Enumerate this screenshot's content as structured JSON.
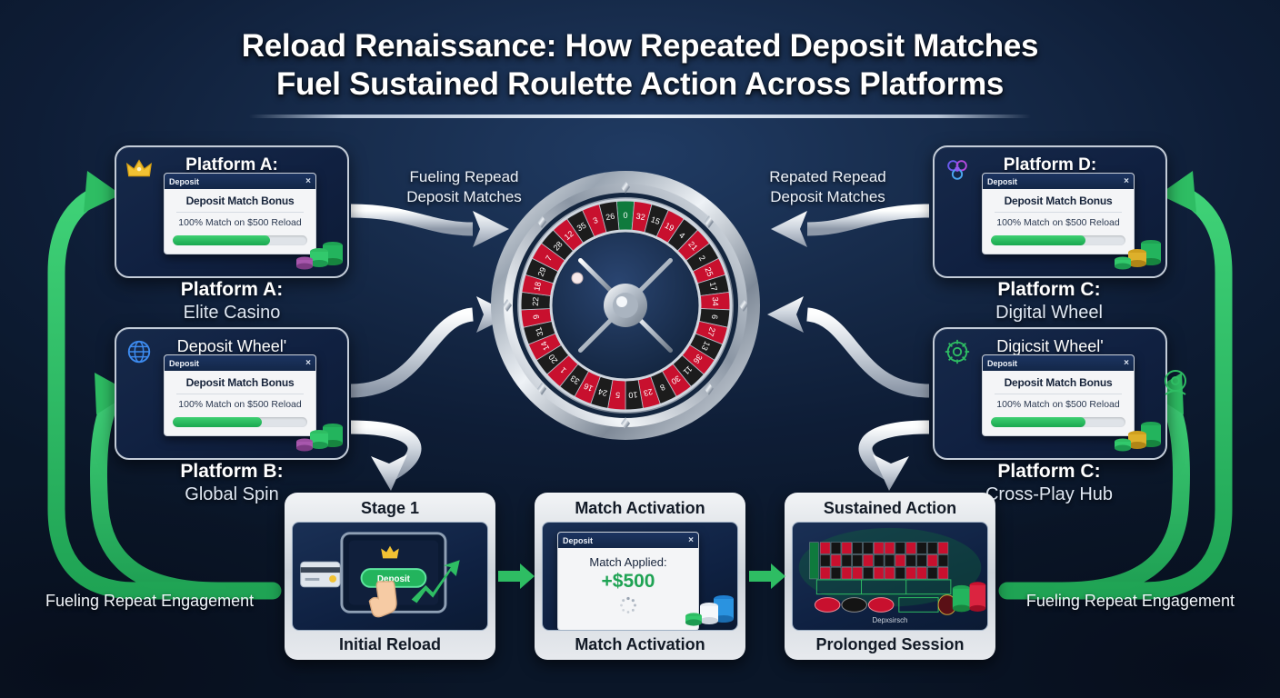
{
  "title": {
    "line1": "Reload Renaissance: How Repeated Deposit Matches",
    "line2": "Fuel Sustained Roulette Action Across Platforms"
  },
  "platform_cards": [
    {
      "id": "platform-a",
      "header": "Platform A:",
      "badge_icon": "crown-icon",
      "dialog": {
        "titlebar": "Deposit",
        "close": "×",
        "heading": "Deposit Match Bonus",
        "subtext": "100% Match on $500 Reload",
        "progress_percent": 72
      },
      "caption_line1": "Platform A:",
      "caption_line2": "Elite Casino"
    },
    {
      "id": "platform-b",
      "header": "Deposit Wheel'",
      "badge_icon": "globe-icon",
      "dialog": {
        "titlebar": "Deposit",
        "close": "×",
        "heading": "Deposit Match Bonus",
        "subtext": "100% Match on $500 Reload",
        "progress_percent": 66
      },
      "caption_line1": "Platform B:",
      "caption_line2": "Global Spin"
    },
    {
      "id": "platform-d",
      "header": "Platform D:",
      "badge_icon": "atom-cluster-icon",
      "dialog": {
        "titlebar": "Deposit",
        "close": "×",
        "heading": "Deposit Match Bonus",
        "subtext": "100% Match on $500 Reload",
        "progress_percent": 70
      },
      "caption_line1": "Platform C:",
      "caption_line2": "Digital Wheel"
    },
    {
      "id": "platform-c",
      "header": "Digicsit Wheel'",
      "badge_icon": "chip-circuit-icon",
      "dialog": {
        "titlebar": "Deposit",
        "close": "×",
        "heading": "Deposit Match Bonus",
        "subtext": "100% Match on $500 Reload",
        "progress_percent": 70
      },
      "caption_line1": "Platform C:",
      "caption_line2": "Cross-Play Hub"
    }
  ],
  "flow_labels": {
    "left_line1": "Fueling Repead",
    "left_line2": "Deposit Matches",
    "right_line1": "Repated Repead",
    "right_line2": "Deposit Matches"
  },
  "loop_labels": {
    "left": "Fueling Repeat Engagement",
    "right": "Fueling Repeat Engagement"
  },
  "steps": [
    {
      "id": "initial-reload",
      "header": "Stage 1",
      "footer": "Initial Reload",
      "button_label": "Deposit",
      "icons": [
        "crown-icon",
        "credit-card-icon",
        "hand-pointer-icon",
        "growth-arrow-icon"
      ]
    },
    {
      "id": "match-activation",
      "header": "Match Activation",
      "footer": "Match Activation",
      "dialog": {
        "titlebar": "Deposit",
        "close": "×",
        "heading": "Match Applied:",
        "amount": "+$500"
      },
      "icons": [
        "spinner-icon",
        "chip-stack-icon"
      ]
    },
    {
      "id": "prolonged-session",
      "header": "Sustained Action",
      "footer": "Prolonged Session",
      "table_label": "Depxsirsch",
      "icons": [
        "roulette-table-icon",
        "chip-stack-icon"
      ]
    }
  ],
  "wheel": {
    "name": "roulette-wheel",
    "zero_label": "0",
    "pocket_numbers": [
      0,
      32,
      15,
      19,
      4,
      21,
      2,
      25,
      17,
      34,
      6,
      27,
      13,
      36,
      11,
      30,
      8,
      23,
      10,
      5,
      24,
      16,
      33,
      1,
      20,
      14,
      31,
      9,
      22,
      18,
      29,
      7,
      28,
      12,
      35,
      3,
      26
    ]
  },
  "colors": {
    "background_deep": "#0a1628",
    "background_mid": "#16294a",
    "green_accent": "#2ebd63",
    "green_bright": "#3ecf72",
    "silver": "#d6dde6",
    "gold": "#f2c233",
    "red_pocket": "#c8102e",
    "black_pocket": "#1c1c1c",
    "green_pocket": "#0f7a3d",
    "dialog_bg": "#f4f5f7",
    "title_text": "#ffffff"
  }
}
